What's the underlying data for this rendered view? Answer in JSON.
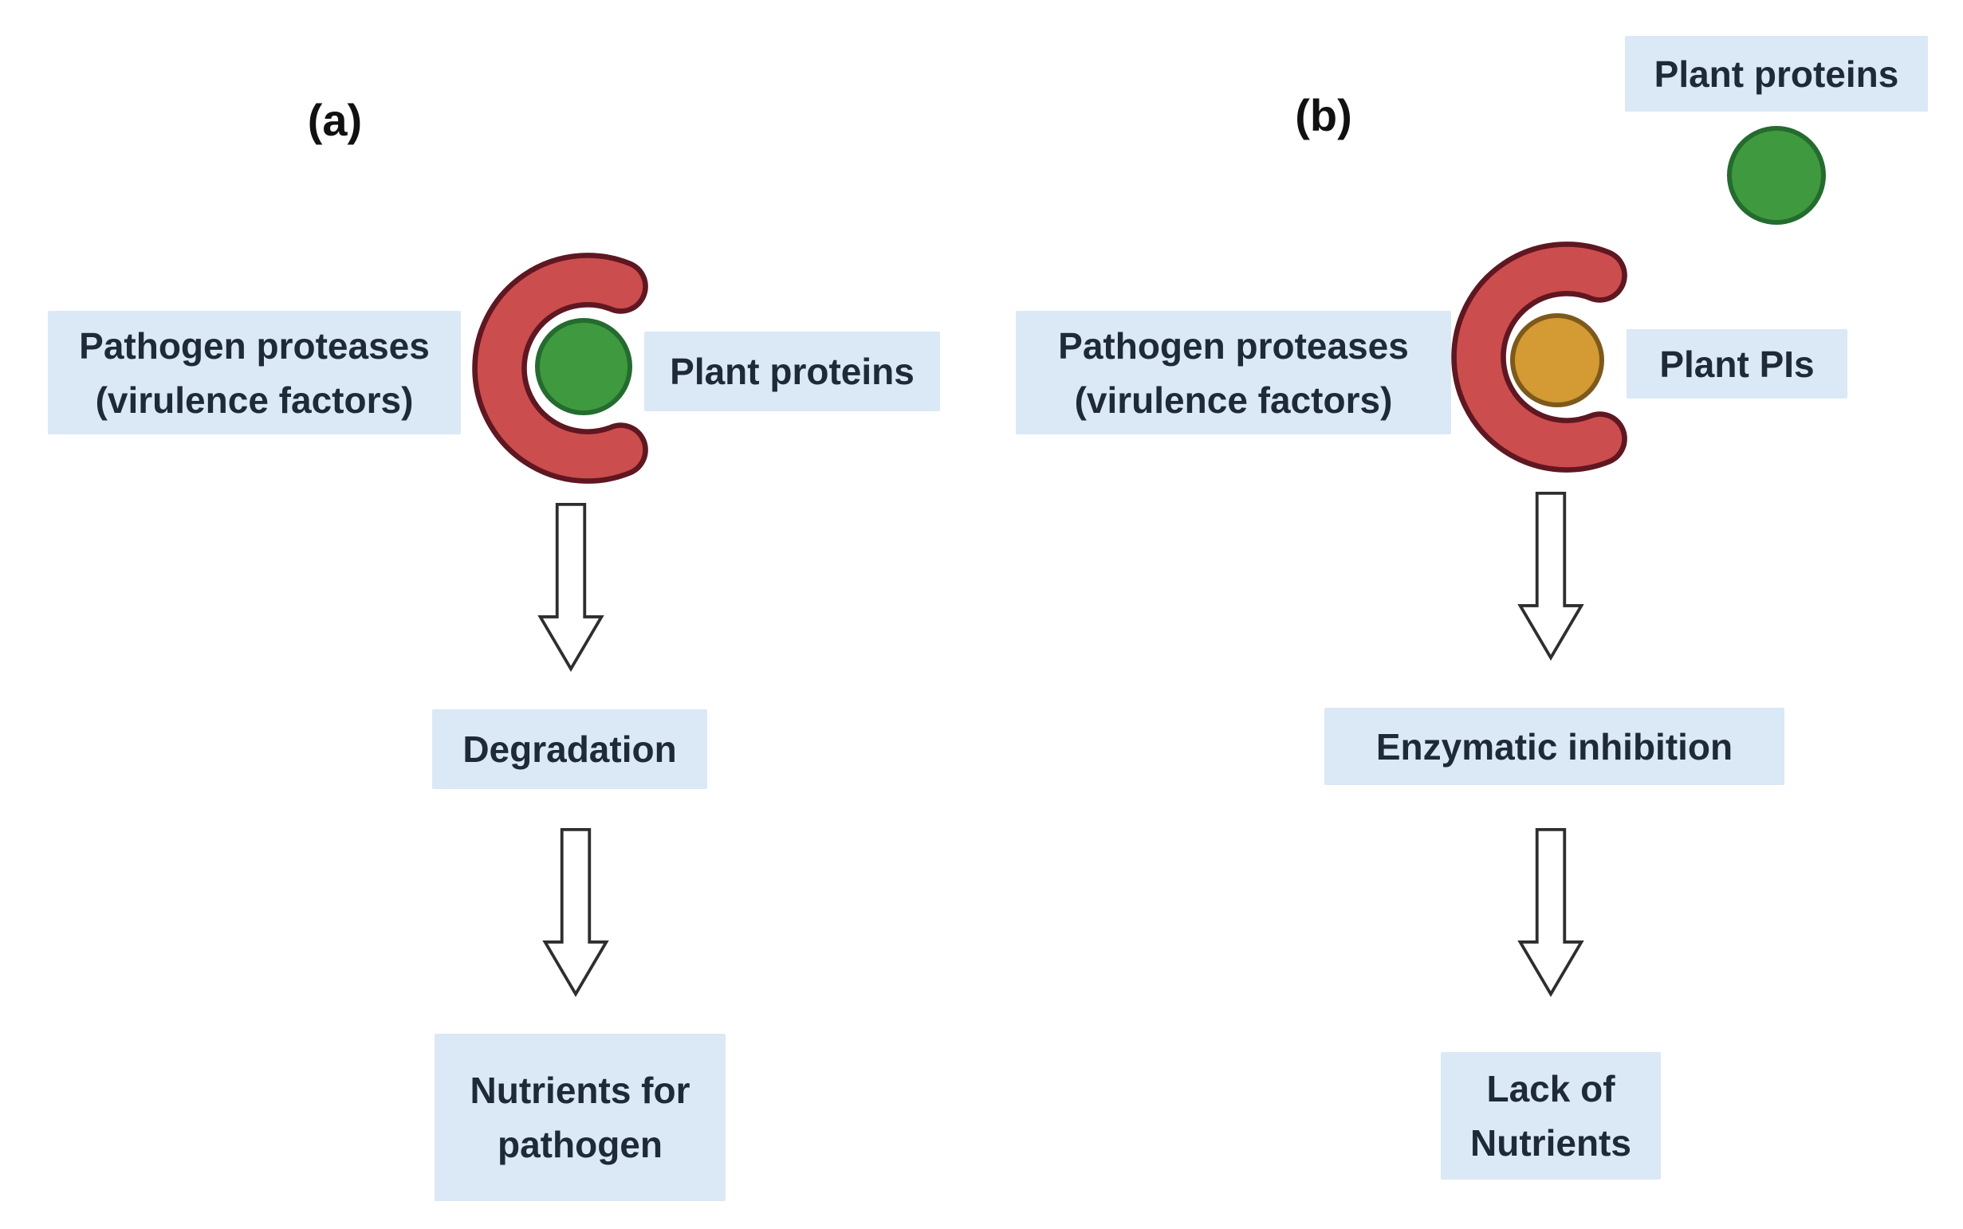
{
  "colors": {
    "background": "#ffffff",
    "label_bg": "#dbe8f5",
    "label_text": "#1e2a38",
    "protease_fill": "#cc4d4d",
    "protease_outline": "#5f1721",
    "plant_protein_fill": "#3f9a3f",
    "plant_protein_outline": "#256b2f",
    "plant_pi_fill": "#d49a33",
    "plant_pi_outline": "#7d5a1c",
    "arrow_fill": "#ffffff",
    "arrow_outline": "#2e2e2e"
  },
  "icons": {
    "protease": "pathogen-protease-crescent-icon",
    "plant_protein": "plant-protein-circle-icon",
    "plant_pi": "plant-pi-circle-icon",
    "arrow": "hollow-down-arrow-icon"
  },
  "pa": {
    "tag": "(a)",
    "protease_line1": "Pathogen proteases",
    "protease_line2": "(virulence factors)",
    "molecule_label": "Plant proteins",
    "step1": "Degradation",
    "step2_line1": "Nutrients for",
    "step2_line2": "pathogen"
  },
  "pb": {
    "tag": "(b)",
    "free_molecule_label": "Plant proteins",
    "protease_line1": "Pathogen proteases",
    "protease_line2": "(virulence factors)",
    "molecule_label": "Plant PIs",
    "step1": "Enzymatic inhibition",
    "step2_line1": "Lack of",
    "step2_line2": "Nutrients"
  }
}
